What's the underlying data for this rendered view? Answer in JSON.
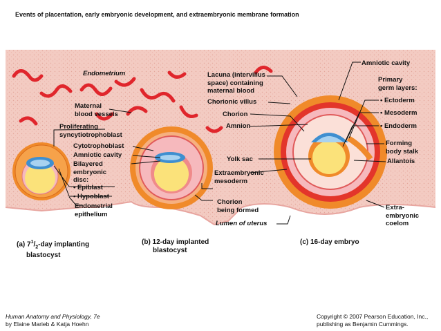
{
  "title": "Events of placentation, early embryonic development, and extraembryonic membrane formation",
  "labels": {
    "endometrium": "Endometrium",
    "maternal_blood_vessels_1": "Maternal",
    "maternal_blood_vessels_2": "blood vessels",
    "proliferating_1": "Proliferating",
    "proliferating_2": "syncytiotrophoblast",
    "cytotrophoblast": "Cytotrophoblast",
    "amniotic_cavity_a": "Amniotic cavity",
    "bilayered_1": "Bilayered",
    "bilayered_2": "embryonic",
    "bilayered_3": "disc:",
    "epiblast": "• Epiblast",
    "hypoblast": "• Hypoblast",
    "endometrial_epi_1": "Endometrial",
    "endometrial_epi_2": "epithelium",
    "lacuna_1": "Lacuna (intervillus",
    "lacuna_2": "space) containing",
    "lacuna_3": "maternal blood",
    "chorionic_villus": "Chorionic villus",
    "chorion": "Chorion",
    "amnion": "Amnion",
    "yolk_sac": "Yolk sac",
    "extraembryonic_mesoderm_1": "Extraembryonic",
    "extraembryonic_mesoderm_2": "mesoderm",
    "chorion_forming_1": "Chorion",
    "chorion_forming_2": "being formed",
    "lumen_of_uterus": "Lumen of uterus",
    "amniotic_cavity_c": "Amniotic cavity",
    "primary_germ_1": "Primary",
    "primary_germ_2": "germ layers:",
    "ectoderm": "• Ectoderm",
    "mesoderm": "• Mesoderm",
    "endoderm": "• Endoderm",
    "body_stalk_1": "Forming",
    "body_stalk_2": "body stalk",
    "allantois": "Allantois",
    "extra_coelom_1": "Extra-",
    "extra_coelom_2": "embryonic",
    "extra_coelom_3": "coelom"
  },
  "captions": {
    "a_line1_pre": "(a) 7",
    "a_sup": "1",
    "a_slash": "/",
    "a_sub": "2",
    "a_line1_post": "-day implanting",
    "a_line2": "blastocyst",
    "b_line1": "(b) 12-day implanted",
    "b_line2": "blastocyst",
    "c_line1": "(c) 16-day embryo"
  },
  "footer": {
    "book": "Human Anatomy and Physiology, 7e",
    "authors": "by Elaine Marieb & Katja Hoehn",
    "copyright": "Copyright © 2007 Pearson Education, Inc.,",
    "publisher": "publishing as Benjamin Cummings."
  },
  "colors": {
    "endometrium_bg": "#f2c9c0",
    "vessel_red": "#e0262c",
    "trophoblast_orange": "#f08a2a",
    "yolk_yellow": "#fbe27a",
    "amnion_blue": "#3f8fd0",
    "mesoderm_pink": "#f6b9bd"
  }
}
